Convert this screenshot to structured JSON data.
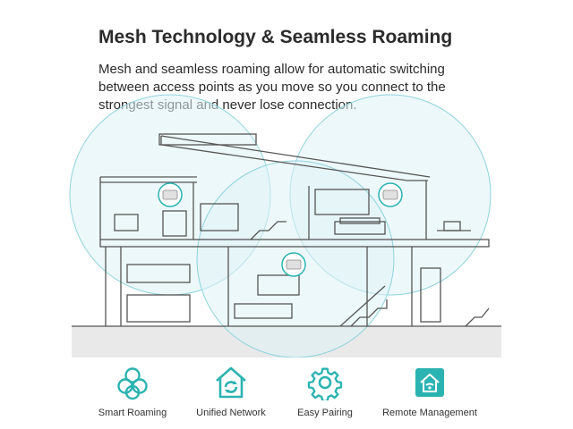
{
  "heading": "Mesh Technology & Seamless Roaming",
  "description": "Mesh and seamless roaming allow for automatic switching between access points as you move so you connect to the strongest signal and never lose connection.",
  "colors": {
    "accent": "#2bb3b1",
    "coverage_fill": "#dff3f6",
    "coverage_stroke": "#8fd3dc",
    "line": "#555555",
    "ground": "#e7e7e7"
  },
  "features": [
    {
      "label": "Smart Roaming",
      "icon": "smart-roaming-icon"
    },
    {
      "label": "Unified Network",
      "icon": "unified-network-icon"
    },
    {
      "label": "Easy Pairing",
      "icon": "easy-pairing-icon"
    },
    {
      "label": "Remote Management",
      "icon": "remote-management-icon"
    }
  ]
}
